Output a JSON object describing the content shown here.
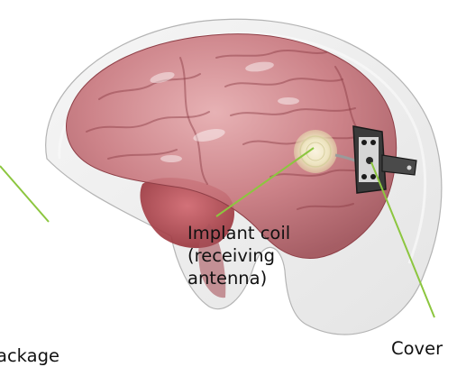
{
  "labels": {
    "implant_coil": {
      "line1": "Implant coil",
      "line2": "(receiving",
      "line3": "antenna)"
    },
    "cover": "Cover",
    "package_partial": "ackage"
  },
  "colors": {
    "leader_line": "#8cc63f",
    "brain": "#b85c62",
    "skull_shell": "#d9d9d9",
    "cerebellum": "#a8363d",
    "coil_glow": "#f4f2c4",
    "cover_plate": "#2a2a2a"
  },
  "icons": {
    "implant_coil": "coil-disc",
    "cover": "metal-plate"
  }
}
